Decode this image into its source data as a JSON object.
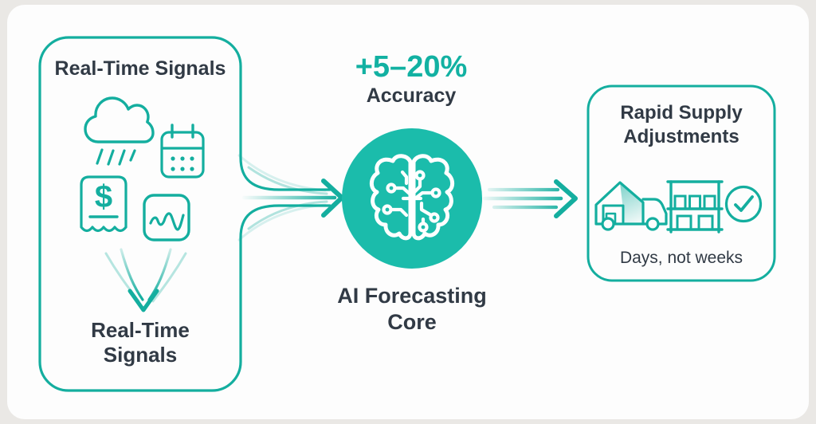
{
  "palette": {
    "teal": "#14ae9f",
    "teal_fill": "#1bbcab",
    "accent_text": "#12b1a2",
    "dark_text": "#313a45",
    "page_bg": "#eae8e5",
    "card_bg": "#fdfdfd"
  },
  "left_box": {
    "title": "Real-Time Signals",
    "caption": "Real-Time Signals",
    "receipt_symbol": "$",
    "icons": [
      "cloud-rain",
      "calendar",
      "receipt-dollar",
      "trend-waveform"
    ]
  },
  "center": {
    "metric": "+5–20%",
    "metric_label": "Accuracy",
    "core_label": "AI Forecasting Core",
    "icon": "circuit-brain"
  },
  "right_box": {
    "title": "Rapid Supply Adjustments",
    "caption": "Days, not weeks",
    "icons": [
      "warehouse-truck",
      "stock-shelves",
      "check-circle"
    ]
  }
}
